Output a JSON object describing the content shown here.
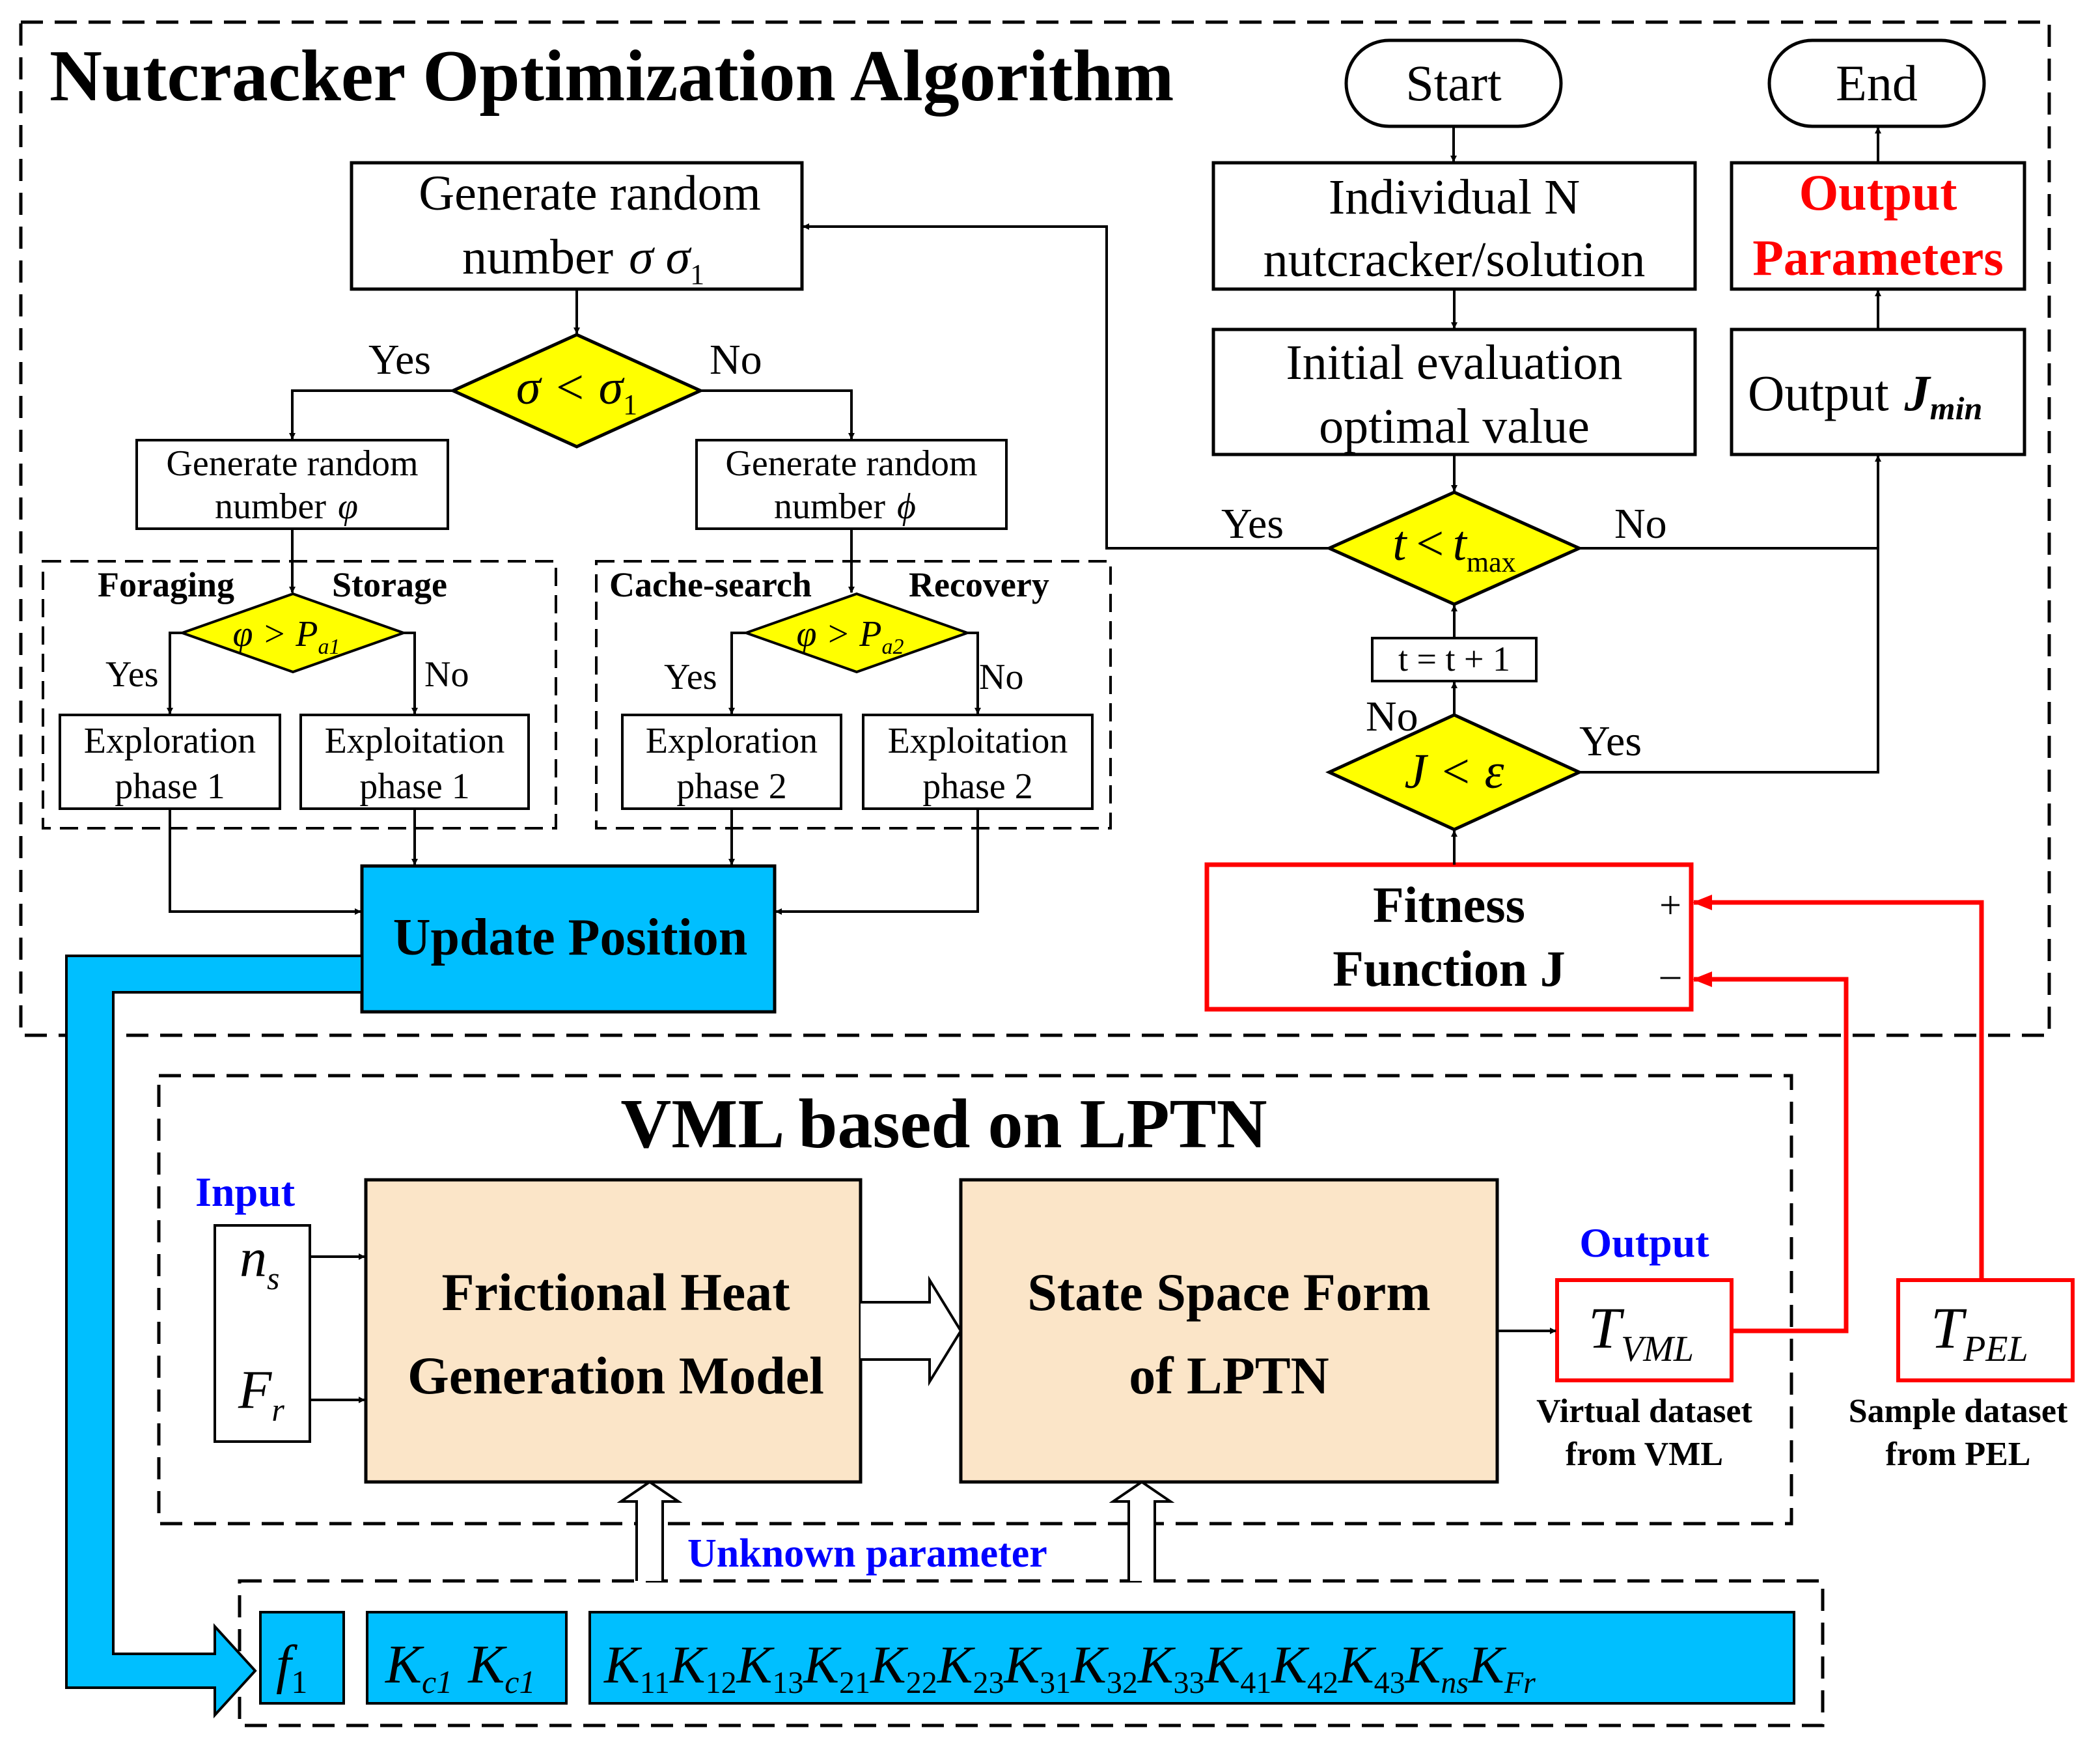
{
  "noa": {
    "title": "Nutcracker Optimization Algorithm",
    "start": "Start",
    "end": "End",
    "individual_l1": "Individual N",
    "individual_l2": "nutcracker/solution",
    "initial_l1": "Initial evaluation",
    "initial_l2": "optimal value",
    "output_params_l1": "Output",
    "output_params_l2": "Parameters",
    "output_j": "Output",
    "output_j_sym": "J",
    "output_j_sub": "min",
    "t_cond_lhs": "t",
    "t_cond_op": "<",
    "t_cond_rhs": "t",
    "t_cond_sub": "max",
    "t_update": "t = t + 1",
    "j_cond": "J < ε",
    "yes": "Yes",
    "no": "No",
    "fitness_l1": "Fitness",
    "fitness_l2": "Function J",
    "plus": "+",
    "minus": "–",
    "gen_sigma_l1": "Generate random",
    "gen_sigma_l2": "number",
    "gen_sigma_sym": "σ  σ",
    "gen_sigma_sub": "1",
    "sigma_cond": "σ < σ",
    "sigma_cond_sub": "1",
    "gen_phi_l1": "Generate random",
    "gen_phi_l2": "number",
    "gen_phi_sym": "φ",
    "gen_phi2_l1": "Generate random",
    "gen_phi2_l2": "number",
    "gen_phi2_sym": "ϕ",
    "foraging": "Foraging",
    "storage": "Storage",
    "cache_search": "Cache-search",
    "recovery": "Recovery",
    "pa1_cond": "φ > P",
    "pa1_sub": "a1",
    "pa2_cond": "φ > P",
    "pa2_sub": "a2",
    "explore1_l1": "Exploration",
    "explore1_l2": "phase 1",
    "exploit1_l1": "Exploitation",
    "exploit1_l2": "phase 1",
    "explore2_l1": "Exploration",
    "explore2_l2": "phase 2",
    "exploit2_l1": "Exploitation",
    "exploit2_l2": "phase 2",
    "update_position": "Update Position"
  },
  "vml": {
    "title": "VML based on  LPTN",
    "input_label": "Input",
    "ns": "n",
    "ns_sub": "s",
    "fr": "F",
    "fr_sub": "r",
    "fhg_l1": "Frictional Heat",
    "fhg_l2": "Generation Model",
    "ssf_l1": "State Space Form",
    "ssf_l2": "of LPTN",
    "output_label": "Output",
    "tvml": "T",
    "tvml_sub": "VML",
    "virtual_l1": "Virtual dataset",
    "virtual_l2": "from VML",
    "tpel": "T",
    "tpel_sub": "PEL",
    "sample_l1": "Sample dataset",
    "sample_l2": "from PEL",
    "unknown": "Unknown parameter"
  },
  "params": {
    "f1": "f",
    "f1_sub": "1",
    "kc": [
      {
        "s": "K",
        "sub": "c1"
      },
      {
        "s": "K",
        "sub": "c1"
      }
    ],
    "k": [
      {
        "s": "K",
        "sub": "11"
      },
      {
        "s": "K",
        "sub": "12"
      },
      {
        "s": "K",
        "sub": "13"
      },
      {
        "s": "K",
        "sub": "21"
      },
      {
        "s": "K",
        "sub": "22"
      },
      {
        "s": "K",
        "sub": "23"
      },
      {
        "s": "K",
        "sub": "31"
      },
      {
        "s": "K",
        "sub": "32"
      },
      {
        "s": "K",
        "sub": "33"
      },
      {
        "s": "K",
        "sub": "41"
      },
      {
        "s": "K",
        "sub": "42"
      },
      {
        "s": "K",
        "sub": "43"
      },
      {
        "s": "K",
        "sub": "ns"
      },
      {
        "s": "K",
        "sub": "Fr"
      }
    ]
  },
  "colors": {
    "decision": "#ffff00",
    "update": "#00bfff",
    "model_box": "#fbe5c8",
    "red": "#ff0000",
    "blue": "#0000ff"
  }
}
